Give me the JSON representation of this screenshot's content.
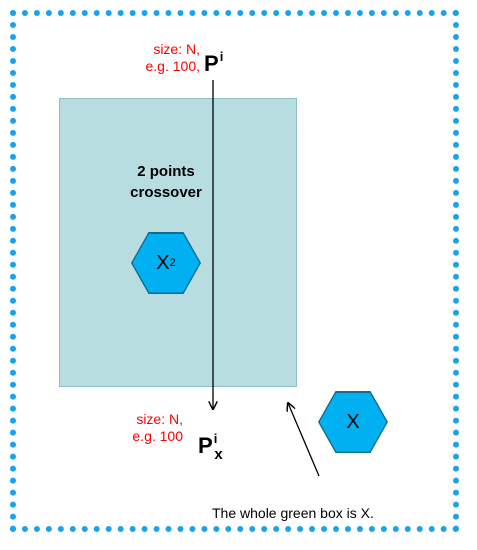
{
  "top_label": {
    "size_line": "size: N,",
    "example_line": "e.g. 100,",
    "symbol": "P",
    "superscript": "i"
  },
  "box": {
    "title_line1": "2 points",
    "title_line2": "crossover",
    "hex_label": "X",
    "hex_subscript": "2"
  },
  "bottom_label": {
    "size_line": "size:  N,",
    "example_line": "e.g. 100",
    "symbol": "P",
    "superscript": "i",
    "subscript": "x"
  },
  "outside": {
    "hex_label": "X",
    "caption": "The whole green box is X."
  },
  "colors": {
    "frame": "#1aa3e8",
    "box_fill": "#b7dde1",
    "hex_fill": "#00b0f0",
    "label_red": "#ff0000"
  }
}
